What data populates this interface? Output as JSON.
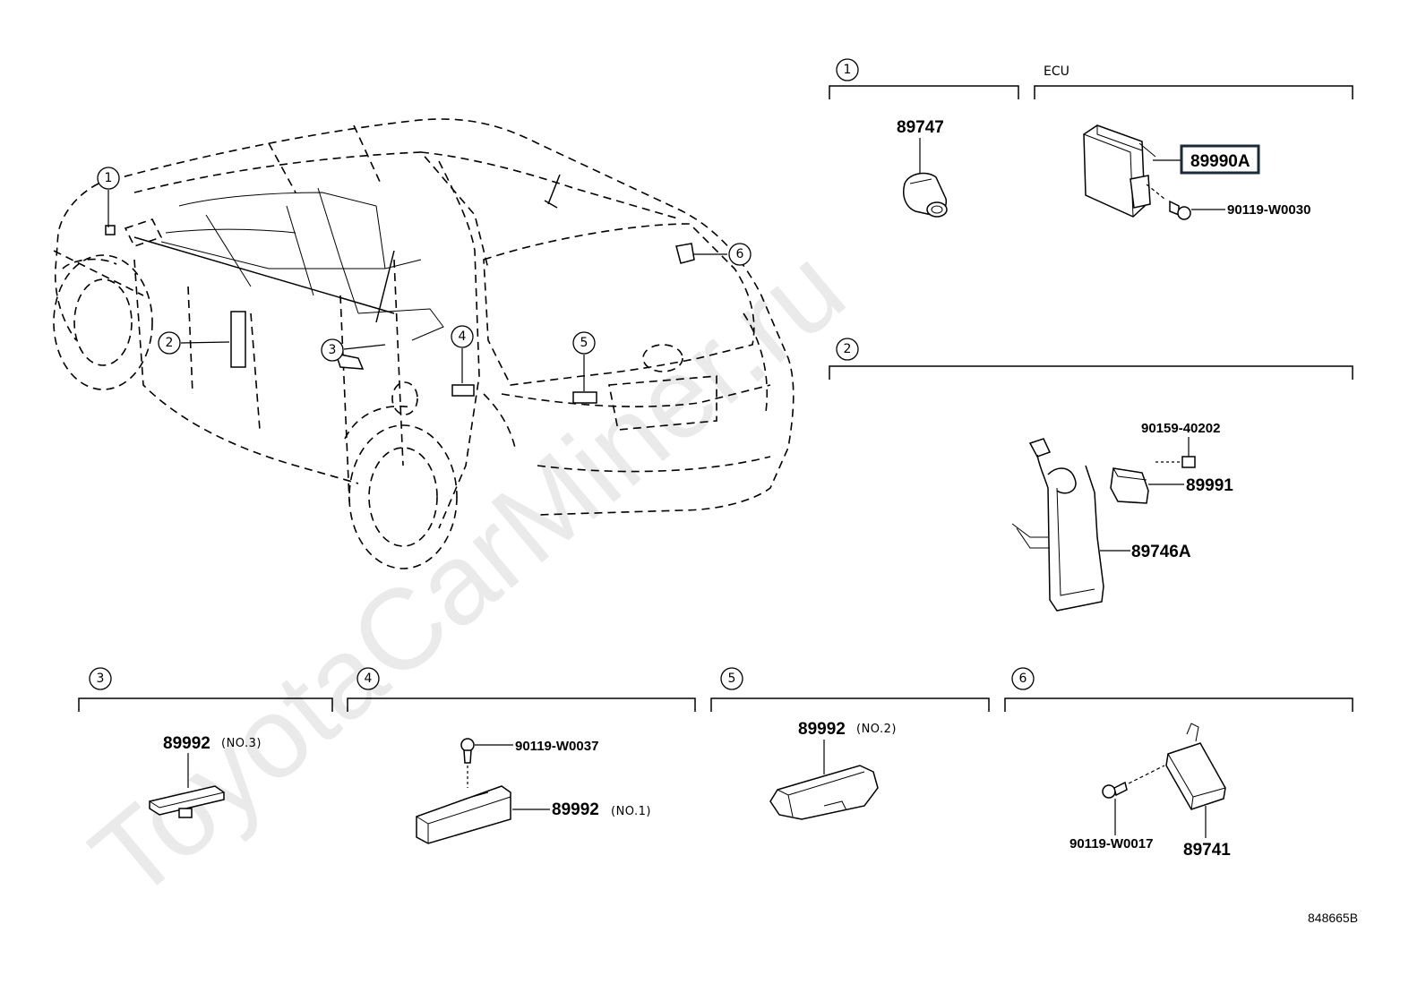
{
  "watermark": "ToyotaCarMiner.ru",
  "diagram_id": "848665B",
  "sections": [
    {
      "num": "1",
      "title": ""
    },
    {
      "num": "",
      "title": "ECU"
    },
    {
      "num": "2",
      "title": ""
    },
    {
      "num": "3",
      "title": ""
    },
    {
      "num": "4",
      "title": ""
    },
    {
      "num": "5",
      "title": ""
    },
    {
      "num": "6",
      "title": ""
    }
  ],
  "car_callouts": [
    "1",
    "2",
    "3",
    "4",
    "5",
    "6"
  ],
  "parts": {
    "p89747": "89747",
    "p89990A": "89990A",
    "p90119_W0030": "90119-W0030",
    "p90159_40202": "90159-40202",
    "p89991": "89991",
    "p89746A": "89746A",
    "p89992_no3": "89992",
    "p89992_no3_note": "(NO.3)",
    "p90119_W0037": "90119-W0037",
    "p89992_no1": "89992",
    "p89992_no1_note": "(NO.1)",
    "p89992_no2": "89992",
    "p89992_no2_note": "(NO.2)",
    "p90119_W0017": "90119-W0017",
    "p89741": "89741"
  }
}
